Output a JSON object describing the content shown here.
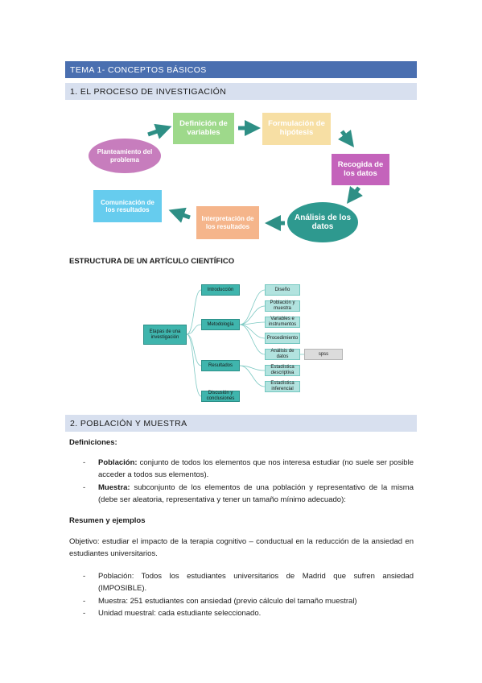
{
  "section_headers": {
    "tema": "TEMA 1- CONCEPTOS BÁSICOS",
    "s1": "1. EL PROCESO DE INVESTIGACIÓN",
    "s2": "2. POBLACIÓN Y MUESTRA"
  },
  "process": {
    "planteamiento": "Planteamiento del problema",
    "definicion": "Definición de variables",
    "formulacion": "Formulación de hipótesis",
    "recogida": "Recogida de los datos",
    "analisis": "Análisis de los datos",
    "interpretacion": "Interpretación de los resultados",
    "comunicacion": "Comunicación de los resultados"
  },
  "estructura": {
    "title": "ESTRUCTURA DE UN ARTÍCULO CIENTÍFICO",
    "root": "Etapas de una investigación",
    "introduccion": "Introducción",
    "metodologia": "Metodología",
    "resultados": "Resultados",
    "discusion": "Discusión y conclusiones",
    "diseno": "Diseño",
    "poblacion": "Población y muestra",
    "variables": "Variables e instrumentos",
    "procedimiento": "Procedimiento",
    "analisis_datos": "Análisis de datos",
    "spss": "spss",
    "estadistica_desc": "Estadística descriptiva",
    "estadistica_inf": "Estadística inferencial"
  },
  "s2": {
    "definiciones_title": "Definiciones:",
    "dash": "-",
    "poblacion_label": "Población:",
    "poblacion_text": " conjunto de todos los elementos que nos interesa estudiar (no suele ser posible acceder a todos sus elementos).",
    "muestra_label": "Muestra:",
    "muestra_text": " subconjunto de los elementos de una población y representativo de la misma (debe ser aleatoria, representativa y tener un tamaño mínimo adecuado):",
    "resumen_title": "Resumen y ejemplos",
    "objetivo": "Objetivo: estudiar el impacto de la terapia cognitivo – conductual en la reducción de la ansiedad en estudiantes universitarios.",
    "ej1": "Población: Todos los estudiantes universitarios de Madrid que sufren ansiedad (IMPOSIBLE).",
    "ej2": "Muestra: 251 estudiantes con ansiedad (previo cálculo del tamaño muestral)",
    "ej3": "Unidad muestral: cada estudiante seleccionado."
  },
  "colors": {
    "header_dark": "#4a6fb0",
    "header_light": "#d8e0ef",
    "arrow": "#2e8f85"
  }
}
